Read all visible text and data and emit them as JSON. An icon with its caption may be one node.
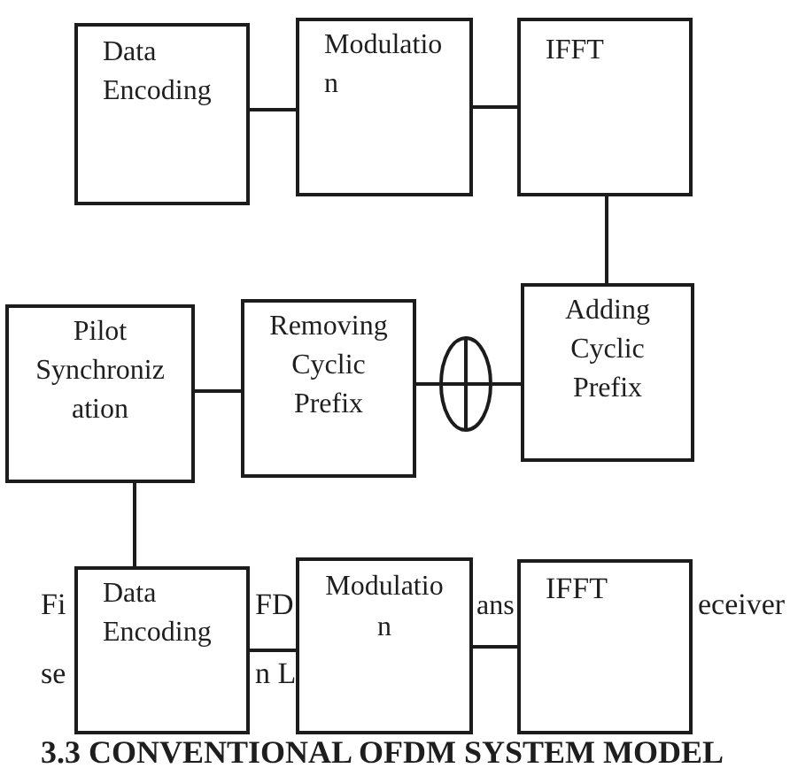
{
  "diagram": {
    "nodes": [
      {
        "text": [
          "Data Encoding"
        ]
      },
      {
        "text": [
          "Modulation"
        ]
      },
      {
        "text": [
          "IFFT"
        ]
      },
      {
        "text": [
          "Pilot Synchronization"
        ]
      },
      {
        "text": [
          "Removing Cyclic Prefix"
        ]
      },
      {
        "text": [],
        "shape": "circle"
      },
      {
        "text": [
          "Adding Cyclic Prefix"
        ]
      },
      {
        "text": [
          "Data Encoding"
        ]
      },
      {
        "text": [
          "Modulation"
        ]
      },
      {
        "text": [
          "IFFT"
        ]
      }
    ],
    "edges": [
      {
        "from": 0,
        "to": 1,
        "arrow": "none"
      },
      {
        "from": 1,
        "to": 2,
        "arrow": "none"
      },
      {
        "from": 2,
        "to": 6,
        "arrow": "none"
      },
      {
        "from": 3,
        "to": 4,
        "arrow": "none"
      },
      {
        "from": 4,
        "to": 5,
        "arrow": "none"
      },
      {
        "from": 5,
        "to": 6,
        "arrow": "none"
      },
      {
        "from": 3,
        "to": 7,
        "arrow": "none"
      },
      {
        "from": 7,
        "to": 8,
        "arrow": "none"
      },
      {
        "from": 8,
        "to": 9,
        "arrow": "none"
      }
    ],
    "labels": [
      "Fi",
      "FD",
      "ans",
      "eceiver",
      "se",
      "n L",
      "3.3 CONVENTIONAL OFDM SYSTEM MODEL"
    ]
  }
}
